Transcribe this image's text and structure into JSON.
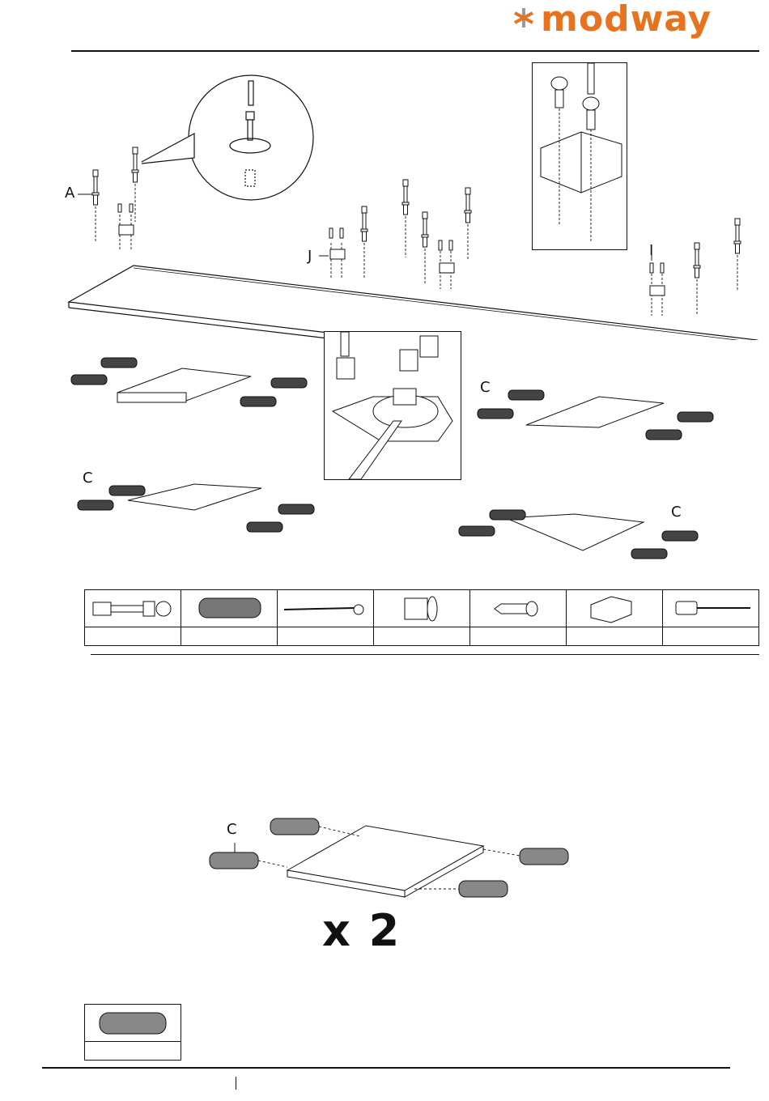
{
  "header": {
    "brand": "modway",
    "brand_color": "#e8731f",
    "brand_star_colors": [
      "#e8731f",
      "#999999"
    ]
  },
  "step_top": {
    "callouts": {
      "A": "A",
      "J": "J",
      "I": "I"
    }
  },
  "step_sub": {
    "callouts": {
      "c1": "C",
      "c2": "C",
      "c3": "C"
    }
  },
  "parts_table": {
    "items": [
      {
        "icon": "cam-bolt-icon",
        "caption": ""
      },
      {
        "icon": "wood-dowel-icon",
        "caption": ""
      },
      {
        "icon": "allen-key-icon",
        "caption": ""
      },
      {
        "icon": "insert-nut-icon",
        "caption": ""
      },
      {
        "icon": "screw-icon",
        "caption": ""
      },
      {
        "icon": "magnetic-catch-icon",
        "caption": ""
      },
      {
        "icon": "screwdriver-icon",
        "caption": ""
      }
    ]
  },
  "step_bottom": {
    "callout": "C",
    "multiplier": "x 2",
    "parts": [
      {
        "icon": "wood-dowel-icon",
        "caption": ""
      }
    ]
  }
}
